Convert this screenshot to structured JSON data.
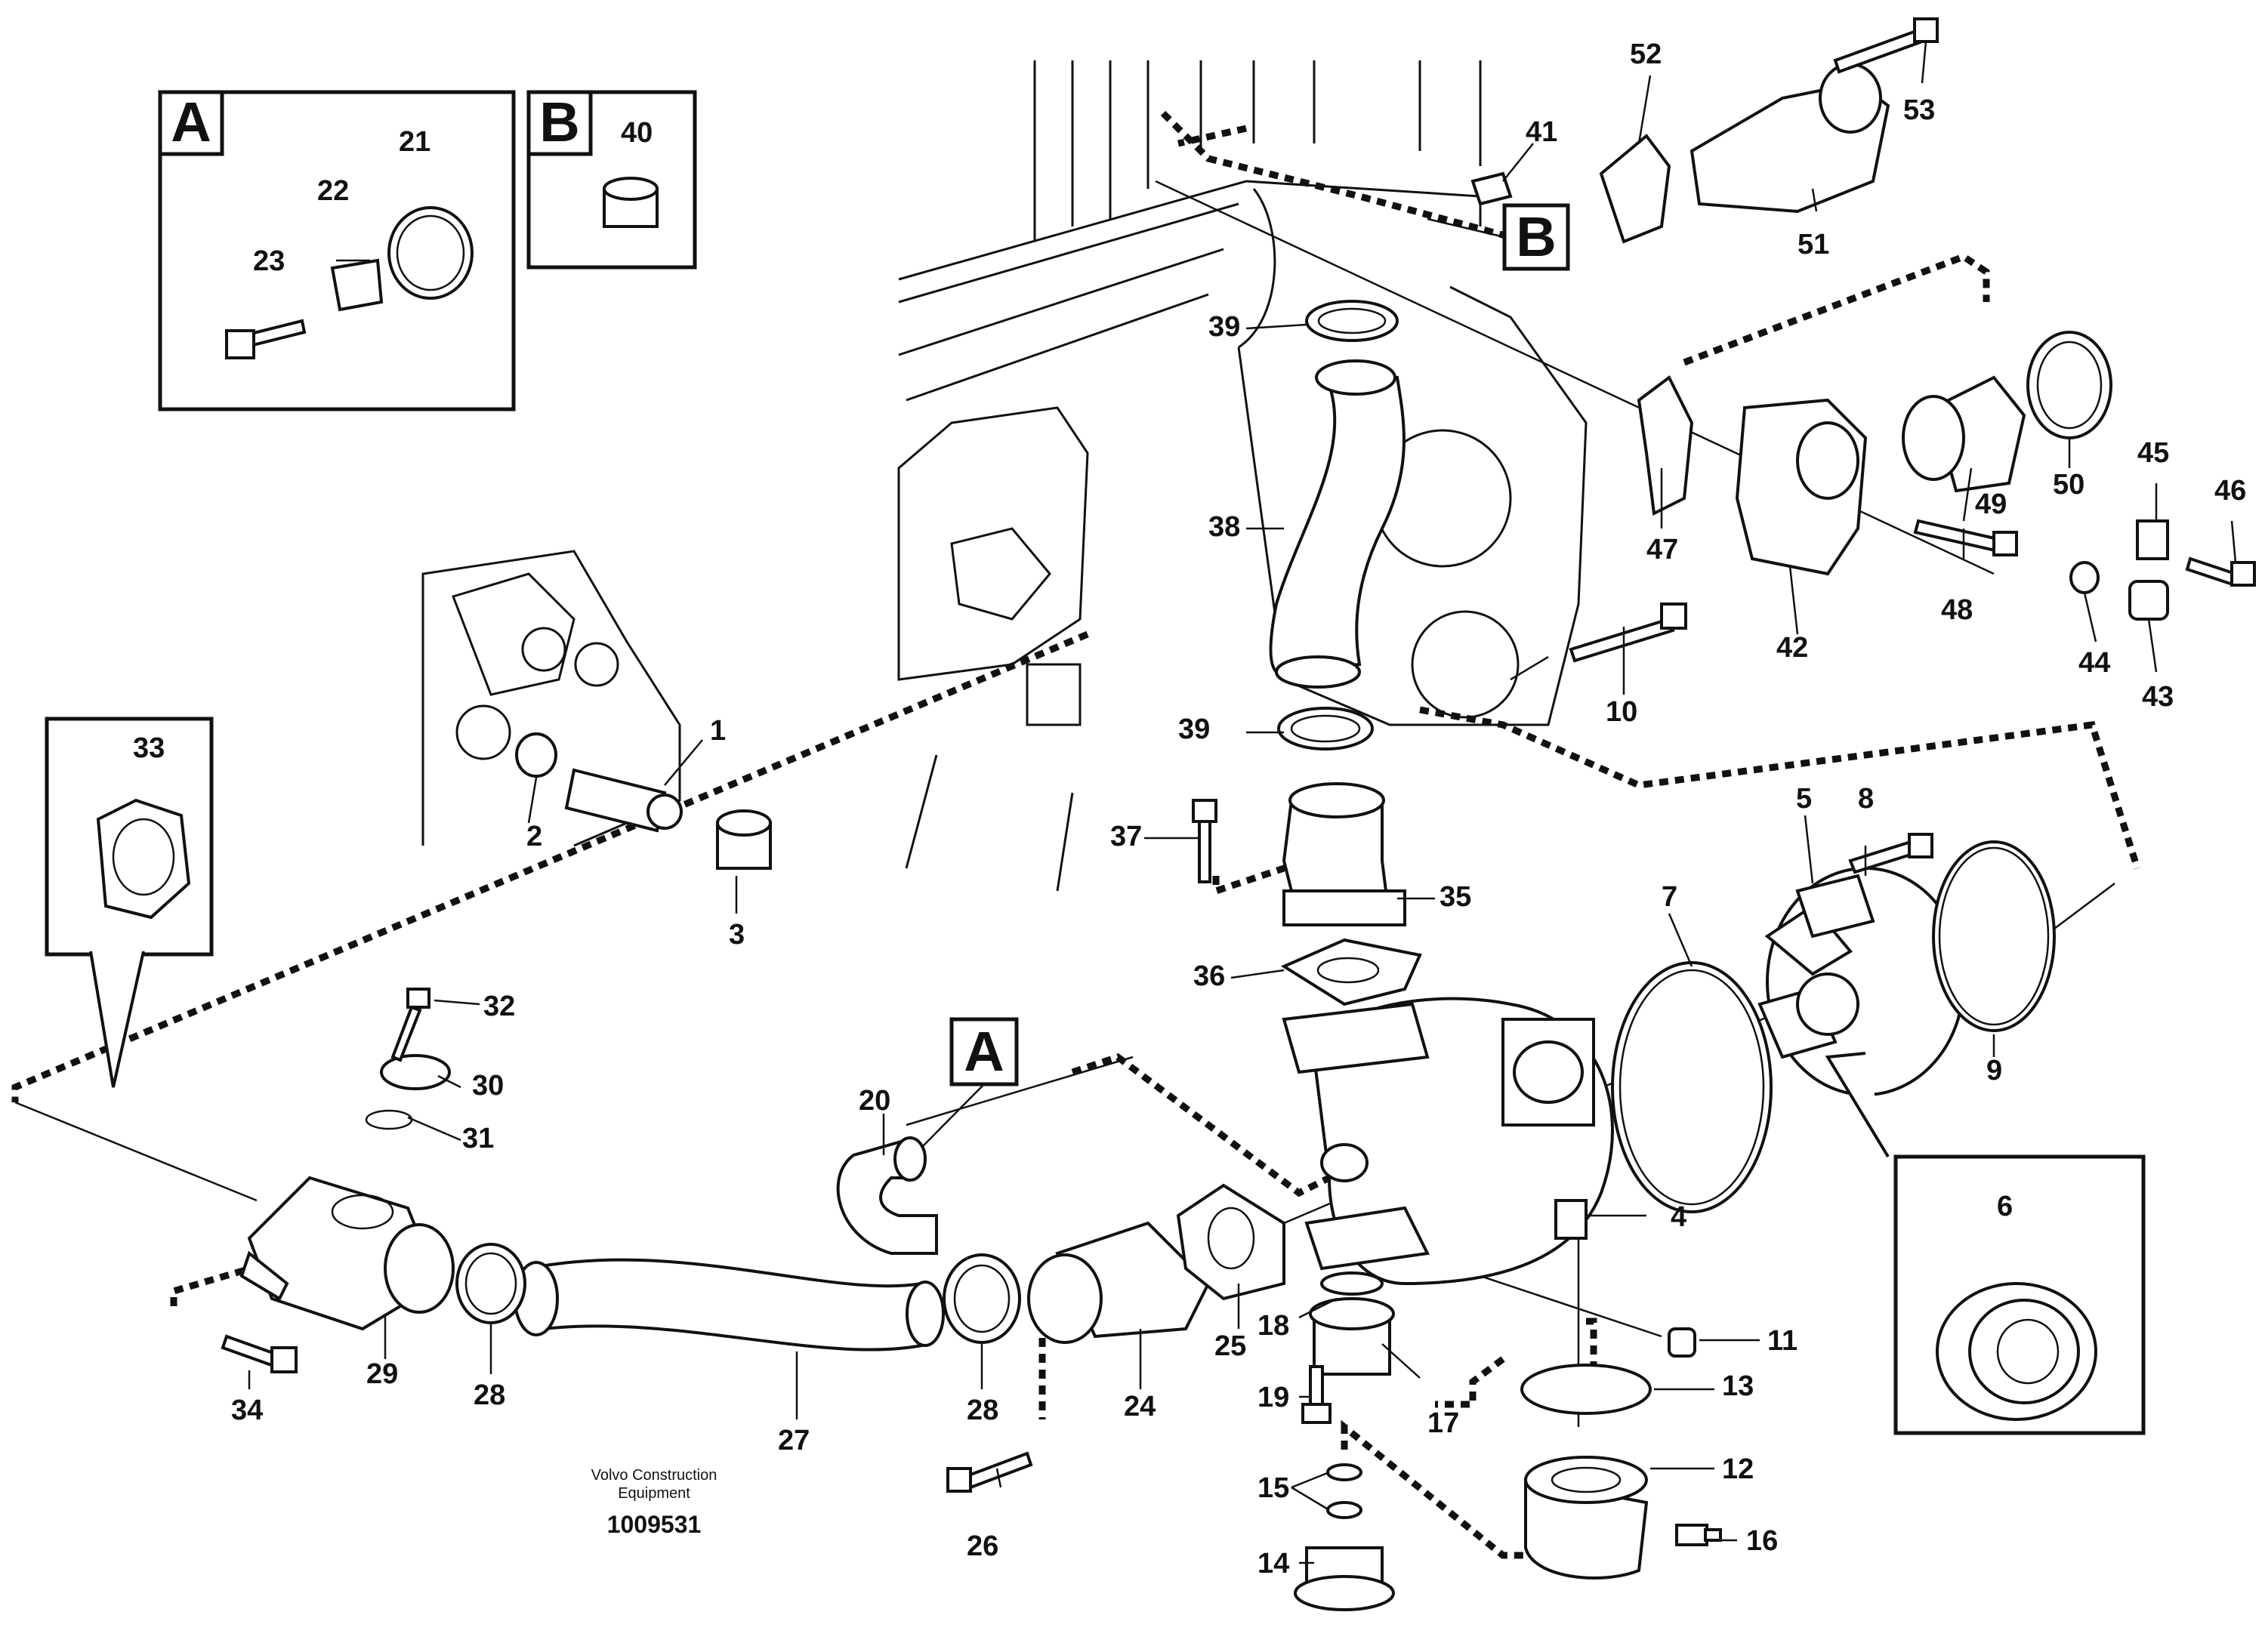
{
  "callouts": {
    "A": {
      "label": "A"
    },
    "B": {
      "label": "B"
    }
  },
  "insets": {
    "A": {
      "label": "A"
    },
    "B": {
      "label": "B"
    }
  },
  "parts": {
    "p1": "1",
    "p2": "2",
    "p3": "3",
    "p4": "4",
    "p5": "5",
    "p6": "6",
    "p7": "7",
    "p8": "8",
    "p9": "9",
    "p10": "10",
    "p11": "11",
    "p12": "12",
    "p13": "13",
    "p14": "14",
    "p15": "15",
    "p16": "16",
    "p17": "17",
    "p18": "18",
    "p19": "19",
    "p20": "20",
    "p21": "21",
    "p22": "22",
    "p23": "23",
    "p24": "24",
    "p25": "25",
    "p26": "26",
    "p27": "27",
    "p28": "28",
    "p29": "29",
    "p30": "30",
    "p31": "31",
    "p32": "32",
    "p33": "33",
    "p34": "34",
    "p35": "35",
    "p36": "36",
    "p37": "37",
    "p38": "38",
    "p39": "39",
    "p40": "40",
    "p41": "41",
    "p42": "42",
    "p43": "43",
    "p44": "44",
    "p45": "45",
    "p46": "46",
    "p47": "47",
    "p48": "48",
    "p49": "49",
    "p50": "50",
    "p51": "51",
    "p52": "52",
    "p53": "53"
  },
  "footer": {
    "publisher_line1": "Volvo Construction",
    "publisher_line2": "Equipment",
    "drawing_number": "1009531"
  }
}
